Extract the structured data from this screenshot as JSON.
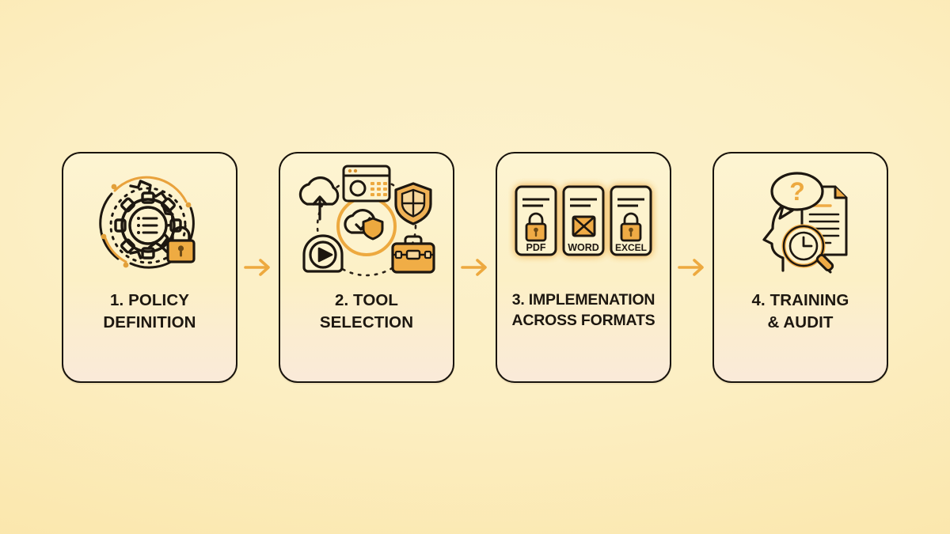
{
  "page": {
    "type": "process-flow-infographic",
    "background_start": "#fdf2cd",
    "background_end": "#f9e2a3",
    "accent_color": "#e8a33d",
    "ink_color": "#19140d"
  },
  "steps": [
    {
      "id": "policy-definition",
      "number": "1.",
      "line1": "1. POLICY",
      "line2": "DEFINITION",
      "icon_name": "gear-lock-icon",
      "icon_parts": [
        "gear-icon",
        "padlock-icon",
        "dashed-circle",
        "orbit-arc"
      ]
    },
    {
      "id": "tool-selection",
      "number": "2.",
      "line1": "2. TOOL",
      "line2": "SELECTION",
      "icon_name": "cloud-tools-cluster-icon",
      "icon_parts": [
        "browser-window-icon",
        "shield-icon",
        "briefcase-icon",
        "video-player-icon",
        "cloud-upload-icon",
        "cloud-check-shield-icon"
      ]
    },
    {
      "id": "implementation-across-formats",
      "number": "3.",
      "line1": "3. IMPLEMENATION",
      "line2": "ACROSS FORMATS",
      "icon_name": "locked-documents-icon",
      "documents": [
        {
          "label": "PDF",
          "glyph": "padlock-icon"
        },
        {
          "label": "WORD",
          "glyph": "envelope-icon"
        },
        {
          "label": "EXCEL",
          "glyph": "padlock-icon"
        }
      ]
    },
    {
      "id": "training-audit",
      "number": "4.",
      "line1": "4. TRAINING",
      "line2": "& AUDIT",
      "icon_name": "training-audit-icon",
      "icon_parts": [
        "head-profile-icon",
        "question-speech-bubble-icon",
        "document-icon",
        "magnifier-clock-icon"
      ]
    }
  ],
  "connectors": [
    {
      "id": "arrow-1-2",
      "icon_name": "arrow-right-icon"
    },
    {
      "id": "arrow-2-3",
      "icon_name": "arrow-right-icon"
    },
    {
      "id": "arrow-3-4",
      "icon_name": "arrow-right-icon"
    }
  ]
}
